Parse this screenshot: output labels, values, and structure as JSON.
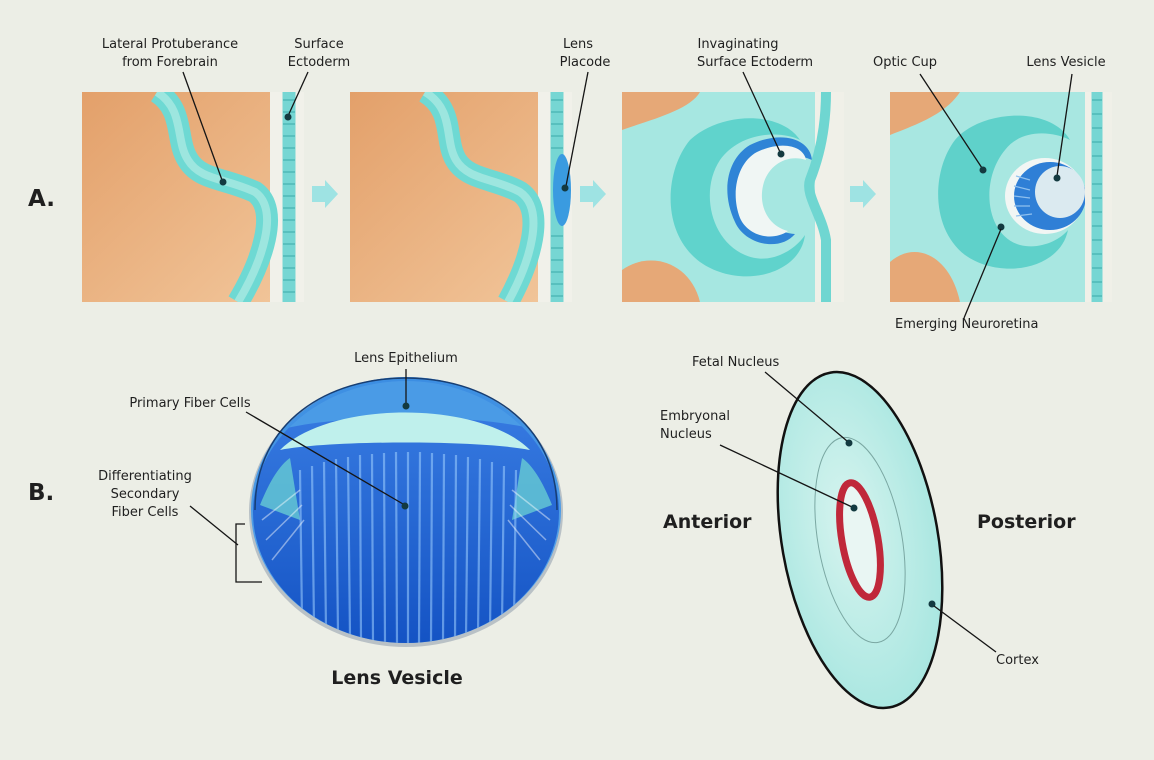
{
  "section_a": {
    "marker": "A.",
    "labels": {
      "lateral_protuberance_1": "Lateral Protuberance",
      "lateral_protuberance_2": "from Forebrain",
      "surface_ectoderm_1": "Surface",
      "surface_ectoderm_2": "Ectoderm",
      "lens_placode_1": "Lens",
      "lens_placode_2": "Placode",
      "invaginating_1": "Invaginating",
      "invaginating_2": "Surface Ectoderm",
      "optic_cup": "Optic Cup",
      "lens_vesicle": "Lens Vesicle",
      "emerging_neuroretina": "Emerging Neuroretina"
    }
  },
  "section_b": {
    "marker": "B.",
    "labels": {
      "lens_epithelium": "Lens Epithelium",
      "primary_fiber_cells": "Primary Fiber Cells",
      "differentiating_1": "Differentiating",
      "differentiating_2": "Secondary",
      "differentiating_3": "Fiber Cells",
      "lens_vesicle_caption": "Lens Vesicle",
      "fetal_nucleus": "Fetal Nucleus",
      "embryonal_1": "Embryonal",
      "embryonal_2": "Nucleus",
      "anterior": "Anterior",
      "posterior": "Posterior",
      "cortex": "Cortex"
    }
  },
  "colors": {
    "background": "#eceee6",
    "forebrain_tissue": "#e8b07e",
    "neural_ectoderm": "#66d6d0",
    "ectoderm_light": "#bdf0ea",
    "lens_blue": "#3d8fe0",
    "lens_dark": "#1d5fcf",
    "lens_nucleus_ring": "#c0283a",
    "arrow": "#9ee3e3"
  }
}
